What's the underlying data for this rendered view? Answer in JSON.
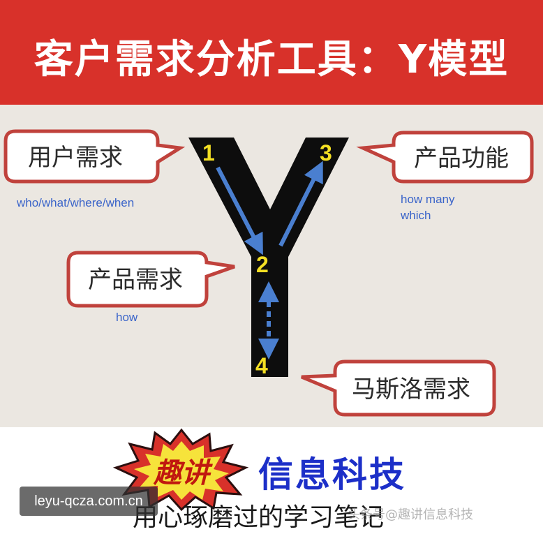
{
  "header": {
    "title": "客户需求分析工具：Y模型"
  },
  "diagram": {
    "callouts": [
      {
        "id": "user_needs",
        "label": "用户需求",
        "note": "who/what/where/when"
      },
      {
        "id": "product_features",
        "label": "产品功能",
        "note_lines": [
          "how many",
          "which"
        ]
      },
      {
        "id": "product_needs",
        "label": "产品需求",
        "note": "how"
      },
      {
        "id": "maslow_needs",
        "label": "马斯洛需求"
      }
    ],
    "steps": [
      "1",
      "2",
      "3",
      "4"
    ]
  },
  "brand": {
    "badge": "趣讲",
    "name": "信息科技",
    "slogan": "用心琢磨过的学习笔记"
  },
  "source_tag": "leyu-qcza.com.cn",
  "watermark": "头条号@趣讲信息科技",
  "colors": {
    "header_red": "#d8312a",
    "panel_bg": "#ebe7e1",
    "callout_border": "#c0423c",
    "y_fill": "#0d0d0d",
    "arrow_blue": "#4a7fd0",
    "number_yellow": "#f3df23",
    "brand_blue": "#1c2fc8",
    "badge_yellow": "#f6e33b"
  }
}
